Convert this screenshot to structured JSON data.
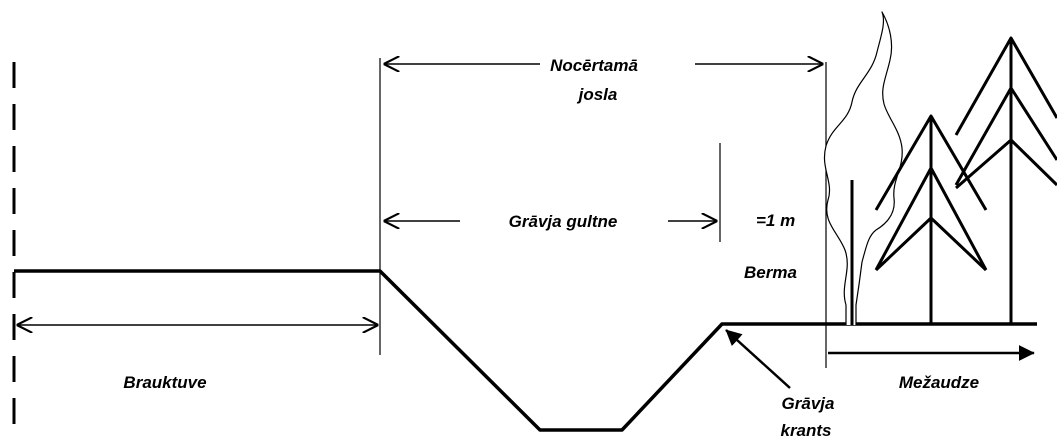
{
  "labels": {
    "nocertama_line1": "Nocērtamā",
    "nocertama_line2": "josla",
    "gravja_gultne": "Grāvja gultne",
    "one_m": "=1 m",
    "berma": "Berma",
    "brauktuve": "Brauktuve",
    "mezaudze": "Mežaudze",
    "gravja_kr_line1": "Grāvja",
    "gravja_kr_line2": "krants"
  },
  "colors": {
    "ink": "#000000",
    "background": "#ffffff"
  }
}
